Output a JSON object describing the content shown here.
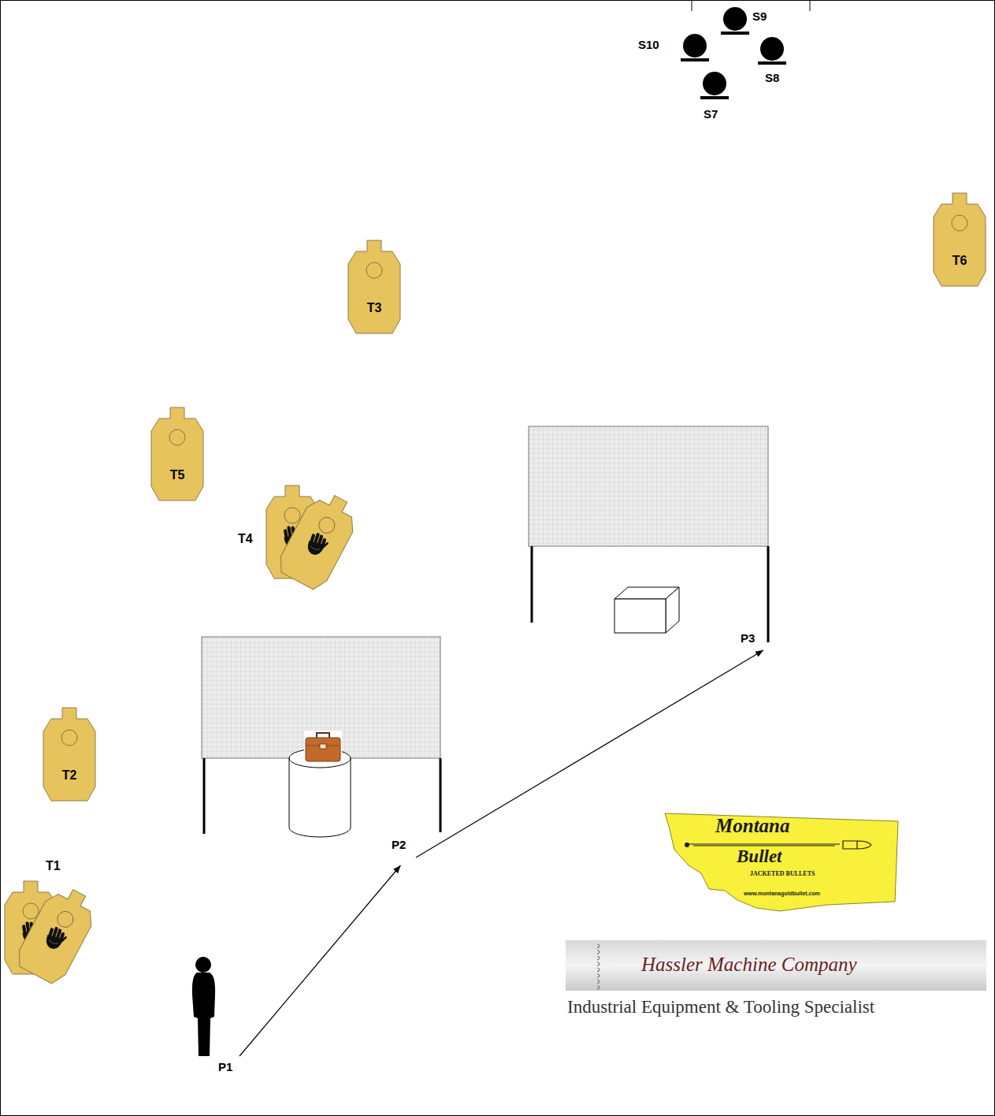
{
  "diagram": {
    "nodes": [
      {
        "text": [
          "S9"
        ]
      },
      {
        "text": [
          "S10"
        ]
      },
      {
        "text": [
          "S8"
        ]
      },
      {
        "text": [
          "S7"
        ]
      },
      {
        "text": [
          "T6"
        ]
      },
      {
        "text": [
          "T3"
        ]
      },
      {
        "text": [
          "T5"
        ]
      },
      {
        "text": [
          "T4"
        ]
      },
      {
        "text": [
          "T2"
        ]
      },
      {
        "text": [
          "P2"
        ]
      },
      {
        "text": [
          "P3"
        ]
      },
      {
        "text": [
          "T1"
        ]
      },
      {
        "text": [
          "Montana",
          "Bullet",
          "JACKETED BULLETS",
          "www.montanagoldbullet.com"
        ]
      },
      {
        "text": [
          "Hassler Machine Company",
          "Industrial Equipment & Tooling Specialist"
        ]
      },
      {
        "text": [
          "P1"
        ]
      }
    ],
    "edges": [
      {
        "from": 14,
        "to": 9,
        "arrow": "to"
      },
      {
        "from": 9,
        "to": 10,
        "arrow": "to"
      }
    ]
  }
}
